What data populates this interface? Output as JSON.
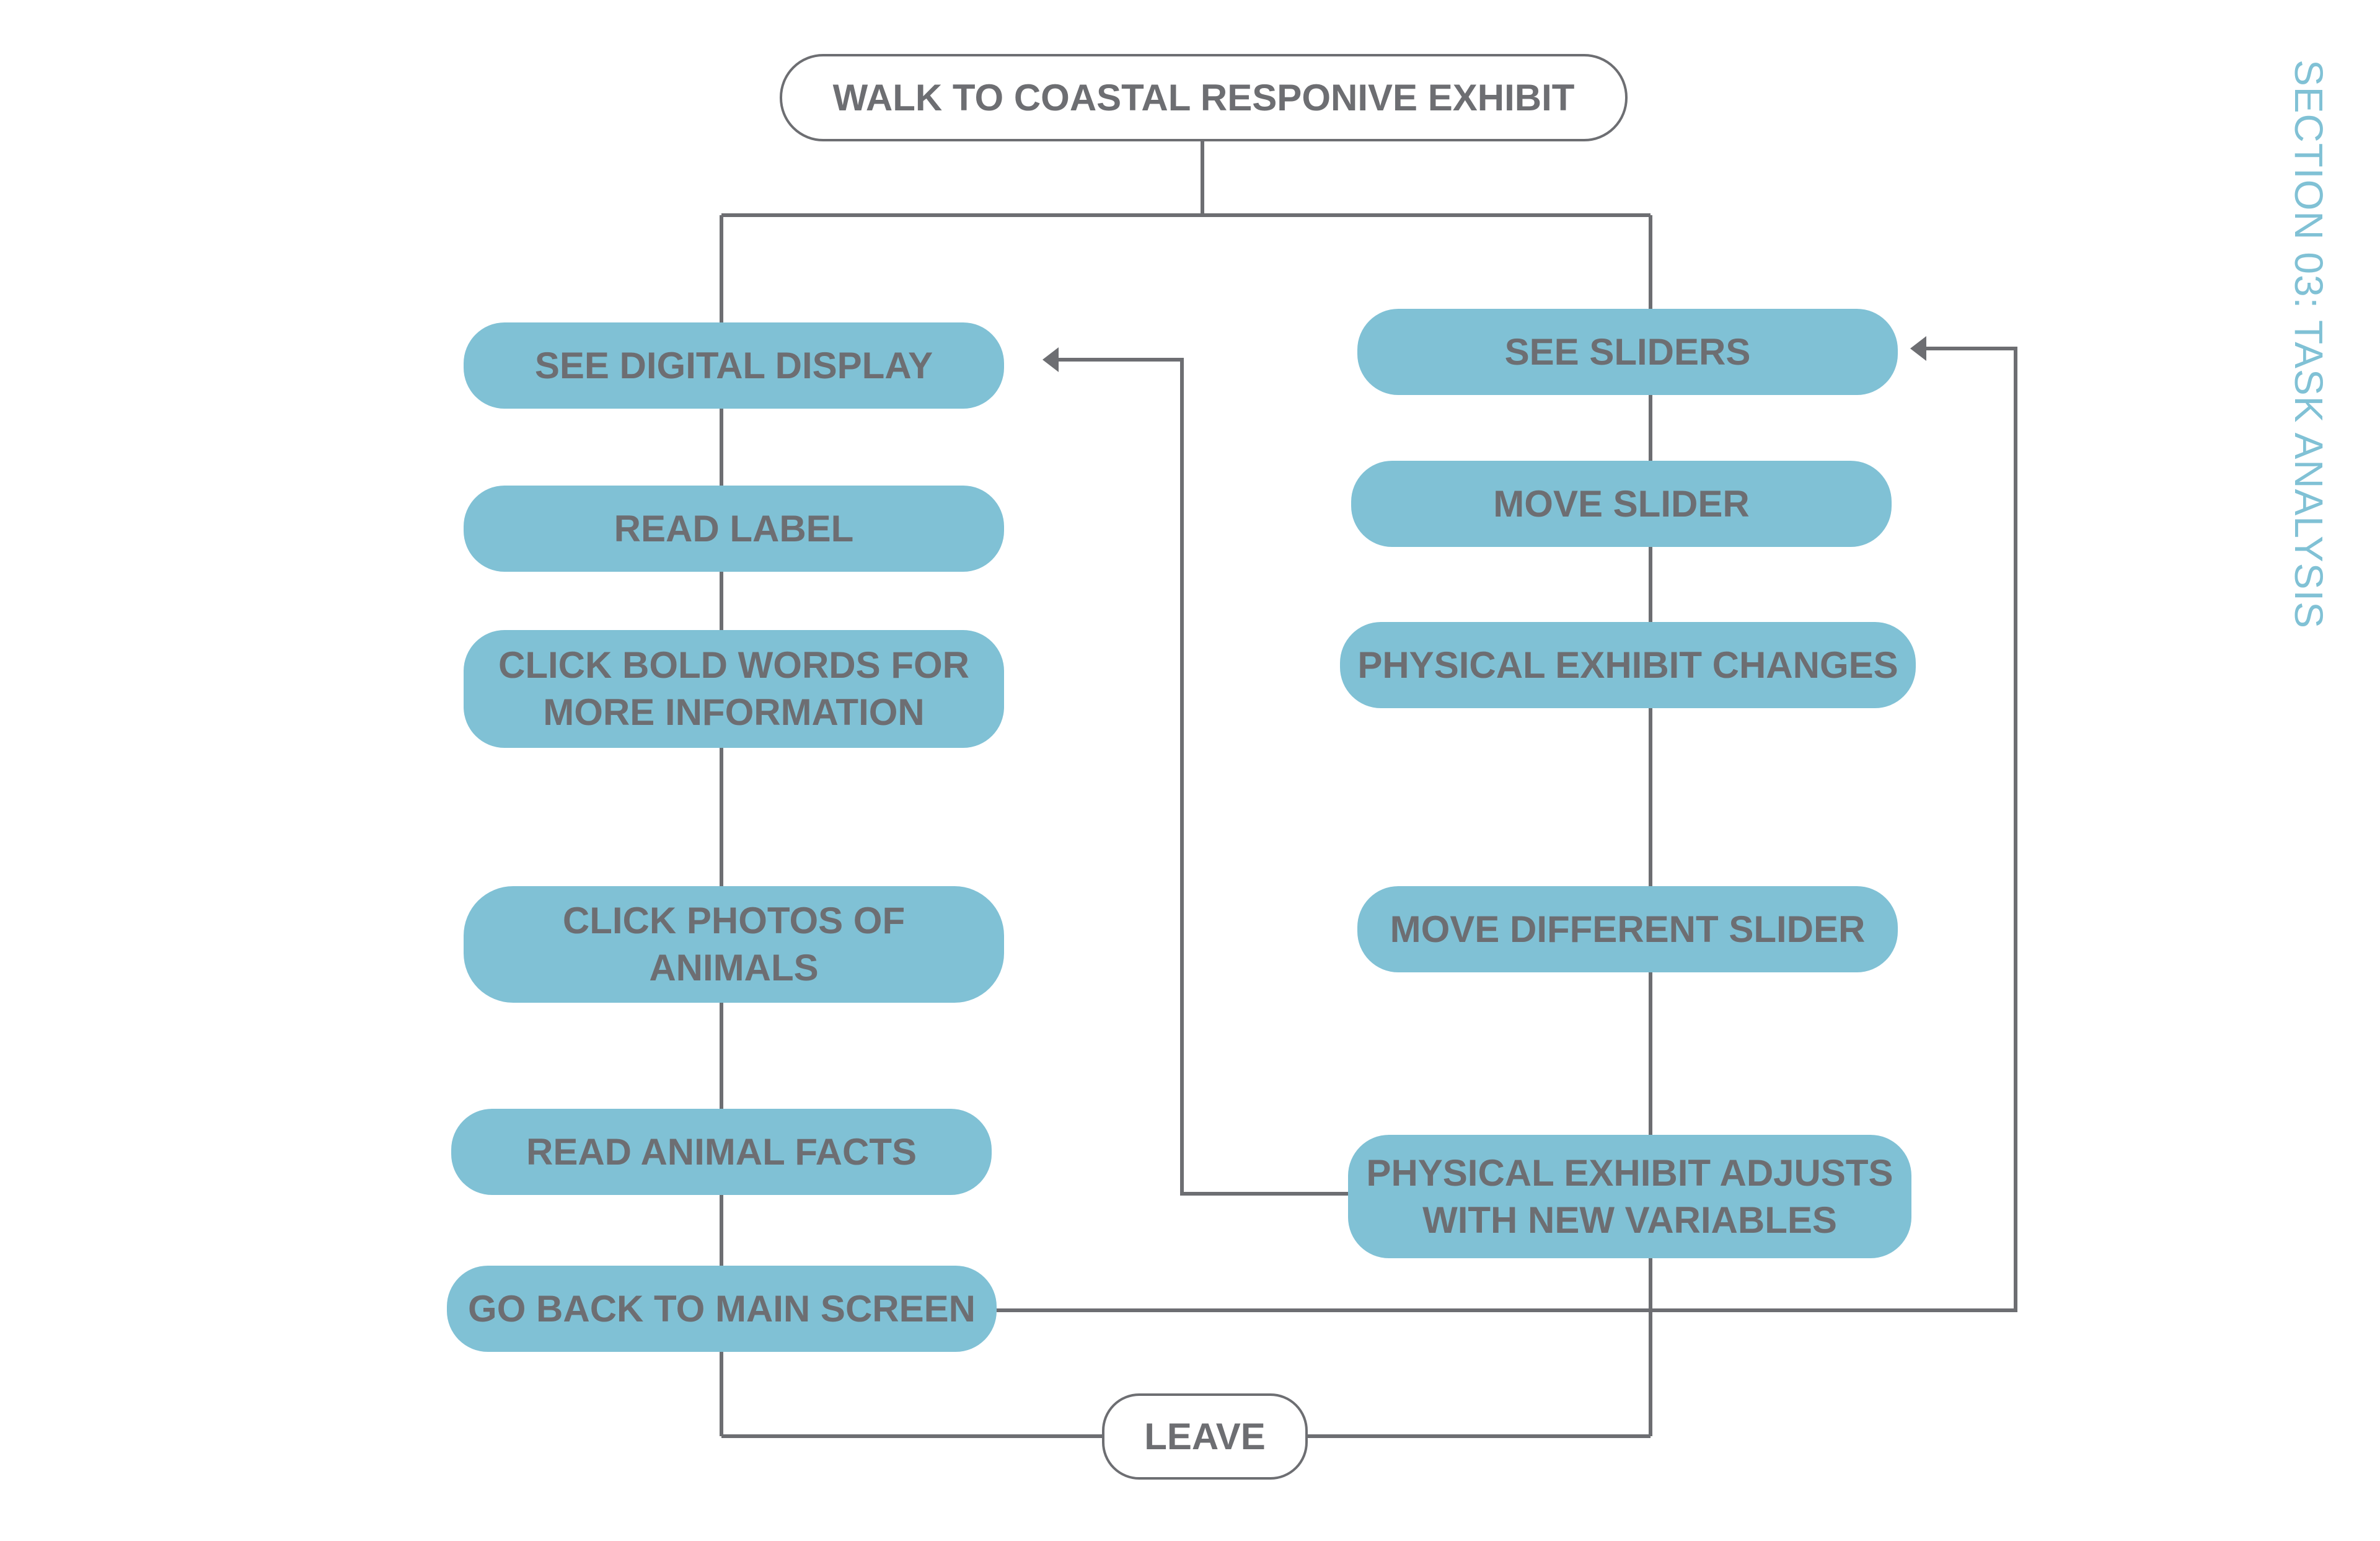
{
  "diagram": {
    "section_title": "SECTION 03: TASK ANALYSIS",
    "colors": {
      "node_fill": "#80c1d5",
      "text": "#6d6e72",
      "line": "#6d6e72",
      "title": "#80c1d5",
      "background": "#ffffff"
    },
    "start": {
      "id": "start",
      "label": "WALK TO COASTAL RESPONIVE EXHIBIT",
      "style": "outline"
    },
    "end": {
      "id": "leave",
      "label": "LEAVE",
      "style": "outline"
    },
    "left_branch": [
      {
        "id": "see-digital-display",
        "label": "SEE DIGITAL DISPLAY"
      },
      {
        "id": "read-label",
        "label": "READ LABEL"
      },
      {
        "id": "click-bold-words",
        "label": "CLICK BOLD WORDS FOR\nMORE INFORMATION"
      },
      {
        "id": "click-photos",
        "label": "CLICK PHOTOS OF\nANIMALS"
      },
      {
        "id": "read-animal-facts",
        "label": "READ ANIMAL FACTS"
      },
      {
        "id": "go-back-main-screen",
        "label": "GO BACK TO MAIN SCREEN"
      }
    ],
    "right_branch": [
      {
        "id": "see-sliders",
        "label": "SEE SLIDERS"
      },
      {
        "id": "move-slider",
        "label": "MOVE SLIDER"
      },
      {
        "id": "physical-exhibit-changes",
        "label": "PHYSICAL EXHIBIT CHANGES"
      },
      {
        "id": "move-different-slider",
        "label": "MOVE DIFFERENT SLIDER"
      },
      {
        "id": "physical-exhibit-adjusts",
        "label": "PHYSICAL EXHIBIT ADJUSTS\nWITH NEW VARIABLES"
      }
    ],
    "edges": [
      {
        "from": "start",
        "to": "see-digital-display",
        "type": "line"
      },
      {
        "from": "start",
        "to": "see-sliders",
        "type": "line"
      },
      {
        "from": "see-digital-display",
        "to": "read-label",
        "type": "line"
      },
      {
        "from": "read-label",
        "to": "click-bold-words",
        "type": "line"
      },
      {
        "from": "click-bold-words",
        "to": "click-photos",
        "type": "line"
      },
      {
        "from": "click-photos",
        "to": "read-animal-facts",
        "type": "line"
      },
      {
        "from": "read-animal-facts",
        "to": "go-back-main-screen",
        "type": "line"
      },
      {
        "from": "go-back-main-screen",
        "to": "leave",
        "type": "line"
      },
      {
        "from": "see-sliders",
        "to": "move-slider",
        "type": "line"
      },
      {
        "from": "move-slider",
        "to": "physical-exhibit-changes",
        "type": "line"
      },
      {
        "from": "physical-exhibit-changes",
        "to": "move-different-slider",
        "type": "line"
      },
      {
        "from": "move-different-slider",
        "to": "physical-exhibit-adjusts",
        "type": "line"
      },
      {
        "from": "physical-exhibit-adjusts",
        "to": "leave",
        "type": "line"
      },
      {
        "from": "physical-exhibit-adjusts",
        "to": "see-digital-display",
        "type": "arrow"
      },
      {
        "from": "go-back-main-screen",
        "to": "see-sliders",
        "type": "arrow"
      }
    ]
  }
}
